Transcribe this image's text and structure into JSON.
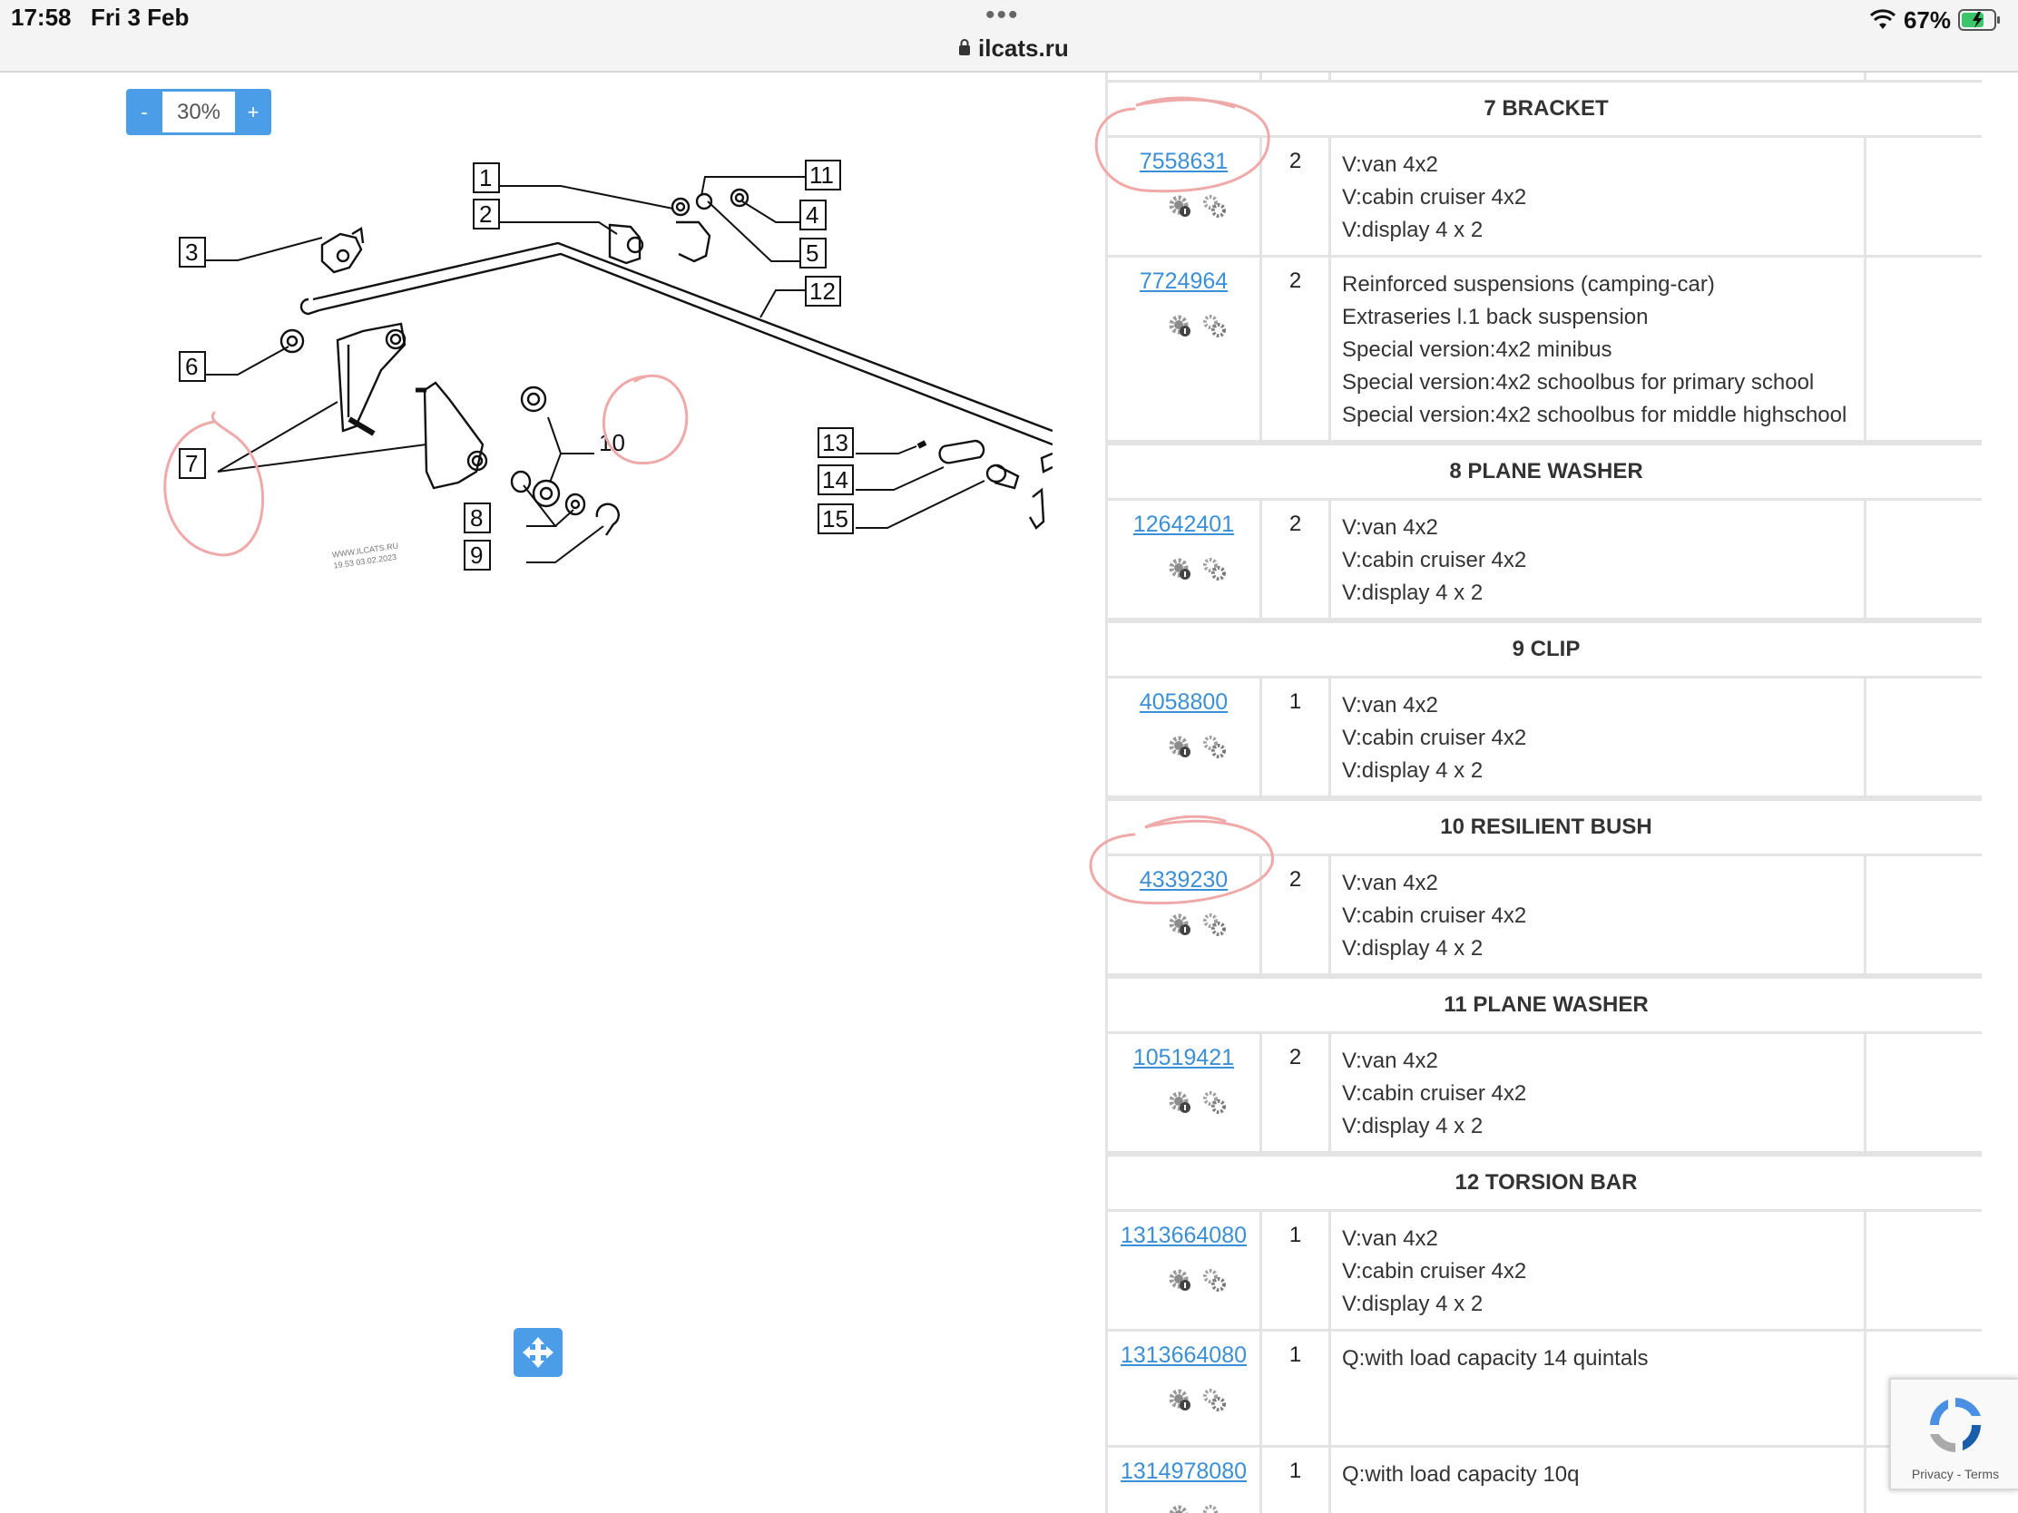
{
  "status_bar": {
    "time": "17:58",
    "date": "Fri 3 Feb",
    "url": "ilcats.ru",
    "battery": "67%"
  },
  "zoom": {
    "minus_label": "-",
    "value": "30%",
    "plus_label": "+"
  },
  "diagram": {
    "callouts": [
      "1",
      "2",
      "3",
      "4",
      "5",
      "6",
      "7",
      "8",
      "9",
      "10",
      "11",
      "12",
      "13",
      "14",
      "15"
    ],
    "watermark_line1": "WWW.ILCATS.RU",
    "watermark_line2": "19.53 03.02.2023"
  },
  "parts_table": {
    "groups": [
      {
        "title": "7 BRACKET",
        "parts": [
          {
            "number": "7558631",
            "qty": "2",
            "desc": [
              "V:van 4x2",
              "V:cabin cruiser 4x2",
              "V:display 4 x 2"
            ]
          },
          {
            "number": "7724964",
            "qty": "2",
            "desc": [
              "Reinforced suspensions (camping-car)",
              "Extraseries l.1 back suspension",
              "Special version:4x2 minibus",
              "Special version:4x2 schoolbus for primary school",
              "Special version:4x2 schoolbus for middle highschool"
            ]
          }
        ]
      },
      {
        "title": "8 PLANE WASHER",
        "parts": [
          {
            "number": "12642401",
            "qty": "2",
            "desc": [
              "V:van 4x2",
              "V:cabin cruiser 4x2",
              "V:display 4 x 2"
            ]
          }
        ]
      },
      {
        "title": "9 CLIP",
        "parts": [
          {
            "number": "4058800",
            "qty": "1",
            "desc": [
              "V:van 4x2",
              "V:cabin cruiser 4x2",
              "V:display 4 x 2"
            ]
          }
        ]
      },
      {
        "title": "10 RESILIENT BUSH",
        "parts": [
          {
            "number": "4339230",
            "qty": "2",
            "desc": [
              "V:van 4x2",
              "V:cabin cruiser 4x2",
              "V:display 4 x 2"
            ]
          }
        ]
      },
      {
        "title": "11 PLANE WASHER",
        "parts": [
          {
            "number": "10519421",
            "qty": "2",
            "desc": [
              "V:van 4x2",
              "V:cabin cruiser 4x2",
              "V:display 4 x 2"
            ]
          }
        ]
      },
      {
        "title": "12 TORSION BAR",
        "parts": [
          {
            "number": "1313664080",
            "qty": "1",
            "desc": [
              "V:van 4x2",
              "V:cabin cruiser 4x2",
              "V:display 4 x 2"
            ]
          },
          {
            "number": "1313664080",
            "qty": "1",
            "desc": [
              "Q:with load capacity 14 quintals"
            ]
          },
          {
            "number": "1314978080",
            "qty": "1",
            "desc": [
              "Q:with load capacity 10q"
            ]
          }
        ]
      }
    ]
  },
  "recaptcha": {
    "privacy": "Privacy",
    "separator": " - ",
    "terms": "Terms"
  }
}
